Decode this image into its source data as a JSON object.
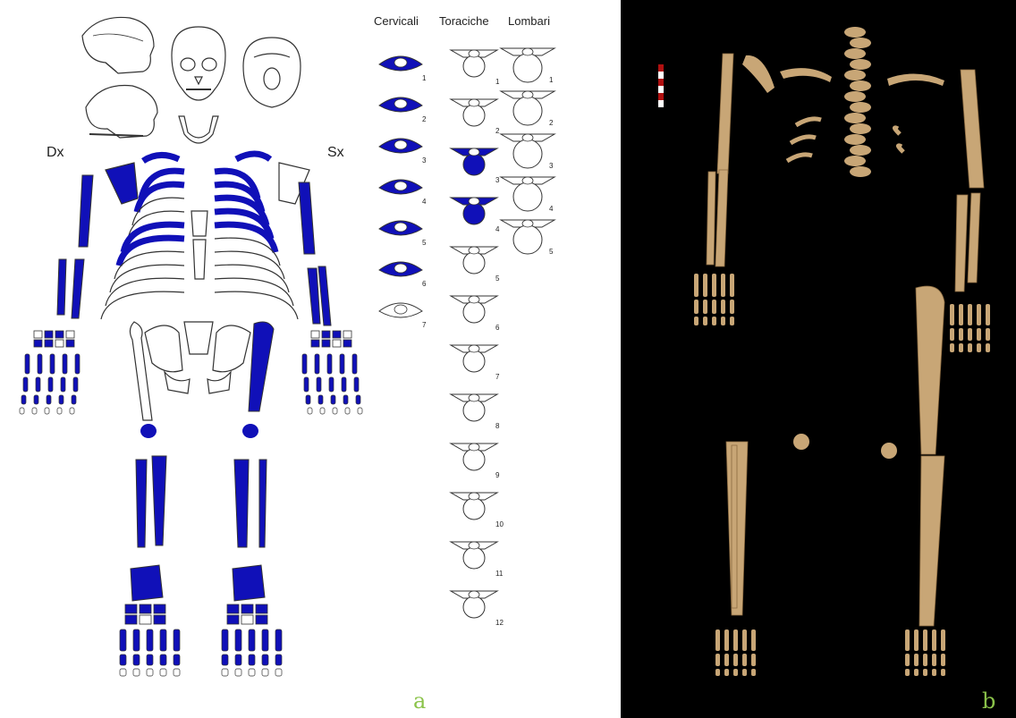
{
  "panel_a": {
    "side_right": "Dx",
    "side_left": "Sx",
    "vertebra_headers": {
      "cervical": "Cervicali",
      "thoracic": "Toraciche",
      "lumbar": "Lombari"
    },
    "cervical_numbers": [
      "1",
      "2",
      "3",
      "4",
      "5",
      "6",
      "7"
    ],
    "thoracic_numbers": [
      "1",
      "2",
      "3",
      "4",
      "5",
      "6",
      "7",
      "8",
      "9",
      "10",
      "11",
      "12"
    ],
    "lumbar_numbers": [
      "1",
      "2",
      "3",
      "4",
      "5"
    ],
    "cervical_present": [
      true,
      true,
      true,
      true,
      true,
      true,
      false
    ],
    "thoracic_present": [
      false,
      false,
      true,
      true,
      false,
      false,
      false,
      false,
      false,
      false,
      false,
      false
    ],
    "lumbar_present": [
      false,
      false,
      false,
      false,
      false
    ],
    "letter": "a"
  },
  "panel_b": {
    "letter": "b"
  },
  "colors": {
    "present_bone": "#1010b8",
    "bone_outline": "#333333",
    "photo_bone": "#c8a676",
    "photo_background": "#000000",
    "panel_letter": "#8bc34a"
  }
}
